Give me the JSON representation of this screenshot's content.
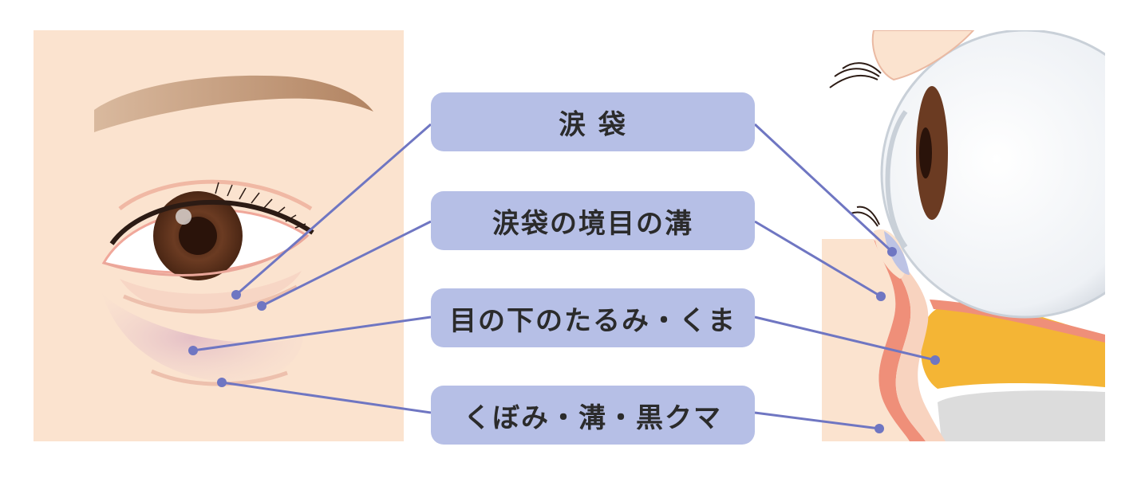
{
  "labels": [
    {
      "id": "tear-trough",
      "text": "涙 袋"
    },
    {
      "id": "tear-trough-groove",
      "text": "涙袋の境目の溝"
    },
    {
      "id": "under-eye-bags",
      "text": "目の下のたるみ・くま"
    },
    {
      "id": "hollows-dark-circles",
      "text": "くぼみ・溝・黒クマ"
    }
  ],
  "colors": {
    "label_fill": "#b6bfe6",
    "leader_line": "#6f76c2",
    "skin": "#fbe3cf",
    "fat_pad": "#f4b535",
    "muscle": "#ef8f79",
    "bone": "#dcdcdc",
    "iris": "#6b3b22"
  }
}
